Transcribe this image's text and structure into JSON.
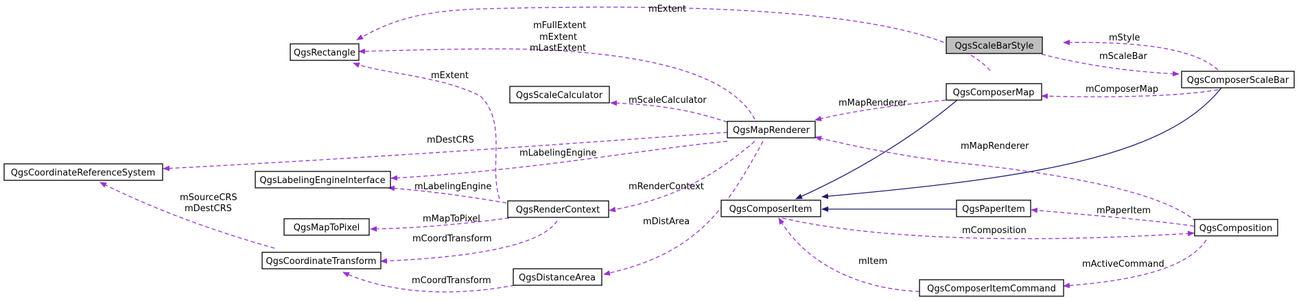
{
  "nodes": {
    "scalebarstyle": "QgsScaleBarStyle",
    "rectangle": "QgsRectangle",
    "scalecalculator": "QgsScaleCalculator",
    "composermap": "QgsComposerMap",
    "composerscalebar": "QgsComposerScaleBar",
    "maprenderer": "QgsMapRenderer",
    "crs": "QgsCoordinateReferenceSystem",
    "labelingengine": "QgsLabelingEngineInterface",
    "composeritem": "QgsComposerItem",
    "paperitem": "QgsPaperItem",
    "rendercontext": "QgsRenderContext",
    "maptopixel": "QgsMapToPixel",
    "composition": "QgsComposition",
    "coordtransform": "QgsCoordinateTransform",
    "distancearea": "QgsDistanceArea",
    "composeritemcommand": "QgsComposerItemCommand"
  },
  "edge_labels": {
    "extent_top": "mExtent",
    "fullextent": "mFullExtent",
    "extent_mid": "mExtent",
    "lastextent": "mLastExtent",
    "extent_rc": "mExtent",
    "style": "mStyle",
    "scalebar": "mScaleBar",
    "composermap": "mComposerMap",
    "scalecalculator": "mScaleCalculator",
    "maprenderer_cm": "mMapRenderer",
    "destcrs": "mDestCRS",
    "labelingengine_mr": "mLabelingEngine",
    "maprenderer_comp": "mMapRenderer",
    "labelingengine_rc": "mLabelingEngine",
    "rendercontext": "mRenderContext",
    "sourcecrs": "mSourceCRS",
    "destcrs2": "mDestCRS",
    "maptopixel": "mMapToPixel",
    "distarea": "mDistArea",
    "papteritem": "mPaperItem",
    "coordtransform_rc": "mCoordTransform",
    "composition": "mComposition",
    "coordtransform_da": "mCoordTransform",
    "item": "mItem",
    "activecommand": "mActiveCommand"
  },
  "colors": {
    "usage_edge": "#9a32cd",
    "inheritance_edge": "#191970",
    "focus_fill": "#bfbfbf"
  }
}
